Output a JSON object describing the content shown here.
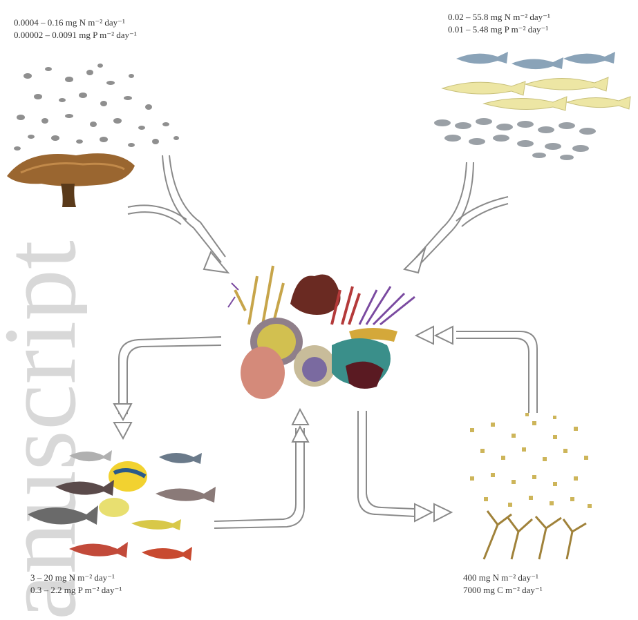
{
  "watermark": {
    "text": "anuscript",
    "color": "#d4d4d4"
  },
  "flux_labels": {
    "top_left": {
      "n_flux": "0.0004 – 0.16 mg N m⁻² day⁻¹",
      "p_flux": "0.00002 – 0.0091 mg P m⁻² day⁻¹"
    },
    "top_right": {
      "n_flux": "0.02 – 55.8 mg N m⁻² day⁻¹",
      "p_flux": "0.01 – 5.48 mg P m⁻² day⁻¹"
    },
    "bottom_left": {
      "n_flux": "3 – 20 mg N m⁻² day⁻¹",
      "p_flux": "0.3 – 2.2 mg P m⁻² day⁻¹"
    },
    "bottom_right": {
      "n_flux": "400 mg N m⁻² day⁻¹",
      "c_flux": "7000 mg C m⁻² day⁻¹"
    }
  },
  "colors": {
    "arrow_stroke": "#8a8a8a",
    "coral_brown": "#a0682e",
    "coral_yellow": "#c7a54a",
    "coral_red": "#b43a3a",
    "coral_purple": "#7a4aa0",
    "coral_teal": "#3a8f8a",
    "fish_blue": "#8aa3b8",
    "fish_cream": "#ede6a4",
    "fish_red": "#c24a3a"
  }
}
